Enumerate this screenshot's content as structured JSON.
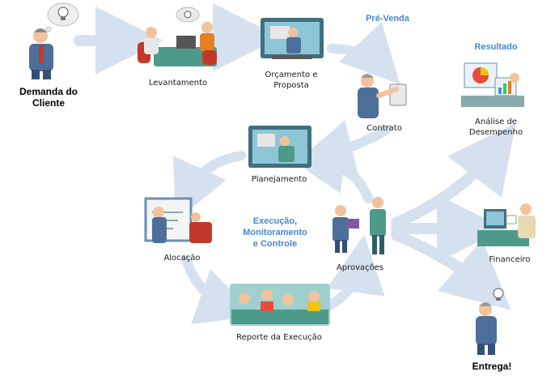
{
  "sections": {
    "pre_venda": "Pré-Venda",
    "resultado": "Resultado",
    "execucao": [
      "Execução,",
      "Monitoramento",
      "e Controle"
    ]
  },
  "nodes": {
    "demanda": [
      "Demanda do",
      "Cliente"
    ],
    "levantamento": "Levantamento",
    "orcamento": [
      "Orçamento e",
      "Proposta"
    ],
    "contrato": "Contrato",
    "planejamento": "Planejamento",
    "alocacao": "Alocação",
    "aprovacoes": "Aprovações",
    "reporte": "Reporte da Execução",
    "analise": [
      "Análise de",
      "Desempenho"
    ],
    "financeiro": "Financeiro",
    "entrega": "Entrega!"
  },
  "colors": {
    "arrow": "#d5e1ef",
    "accent": "#4a86cf",
    "skin": "#f2c39b",
    "suit_blue": "#4d6f9a",
    "monitor": "#3f6f80",
    "screen": "#8fc6d6",
    "desk_green": "#4e9a8a"
  },
  "icons": [
    "idea-bubble-icon",
    "meeting-icon",
    "computer-icon",
    "handshake-icon",
    "charts-icon",
    "approval-icon",
    "whiteboard-icon",
    "team-table-icon",
    "finance-desk-icon",
    "delivery-icon"
  ]
}
